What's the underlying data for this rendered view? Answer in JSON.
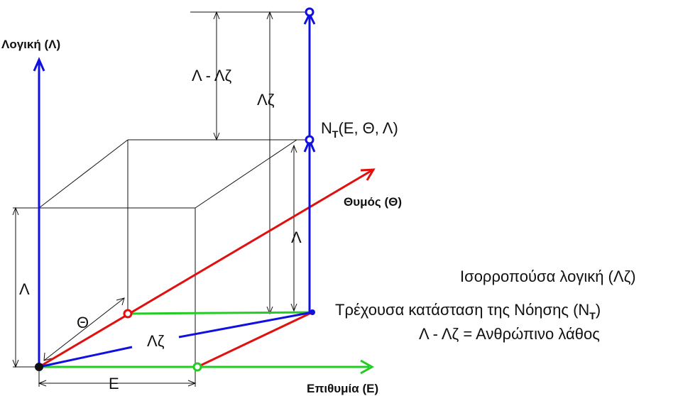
{
  "axes": {
    "logic": "Λογική (Λ)",
    "passion": "Θυμός (Θ)",
    "desire": "Επιθυμία (Ε)"
  },
  "labels": {
    "point_main": "N",
    "point_sub": "T",
    "point_args": "(Ε, Θ, Λ)",
    "lambda_minus_lz": "Λ - Λζ",
    "lz_vertical": "Λζ",
    "lambda_right": "Λ",
    "lambda_left": "Λ",
    "theta": "Θ",
    "lz_vector": "Λζ",
    "e_label": "Ε"
  },
  "legend": {
    "line1": "Ισορροπούσα λογική (Λζ)",
    "line2_main": "Τρέχουσα κατάσταση της Νόησης (N",
    "line2_sub": "T",
    "line2_end": ")",
    "line3": "Λ - Λζ = Ανθρώπινο λάθος"
  },
  "colors": {
    "logic": "#1010e0",
    "passion": "#e01010",
    "desire": "#22cc22",
    "box": "#111111"
  }
}
